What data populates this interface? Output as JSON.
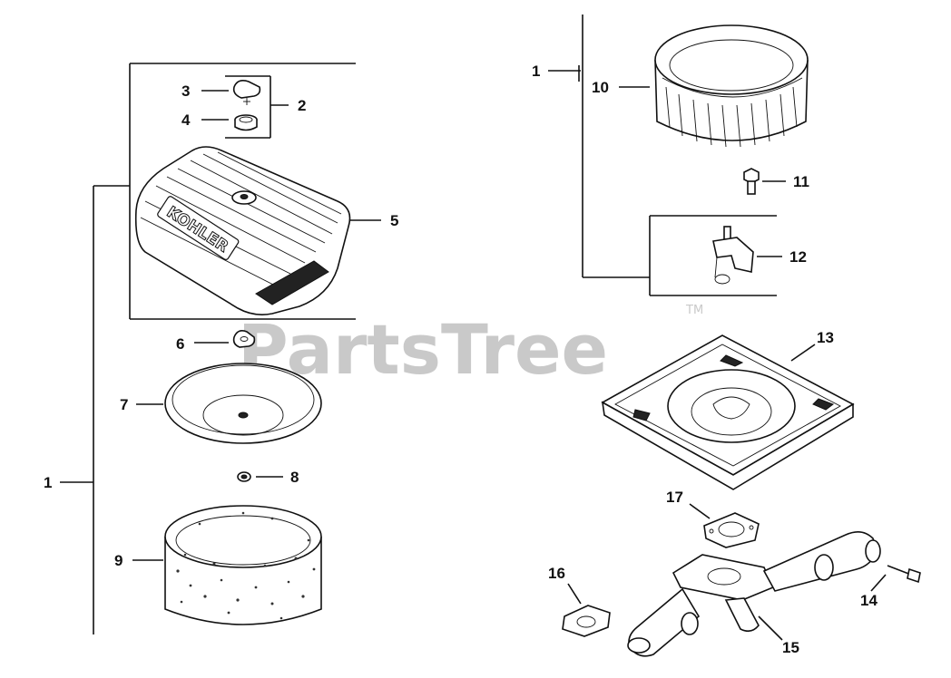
{
  "watermark": {
    "text": "PartsTree",
    "trademark": "TM"
  },
  "cover_brand": "KOHLER",
  "callouts": {
    "c1_left": "1",
    "c1_right": "1",
    "c2": "2",
    "c3": "3",
    "c4": "4",
    "c5": "5",
    "c6": "6",
    "c7": "7",
    "c8": "8",
    "c9": "9",
    "c10": "10",
    "c11": "11",
    "c12": "12",
    "c13": "13",
    "c14": "14",
    "c15": "15",
    "c16": "16",
    "c17": "17"
  }
}
